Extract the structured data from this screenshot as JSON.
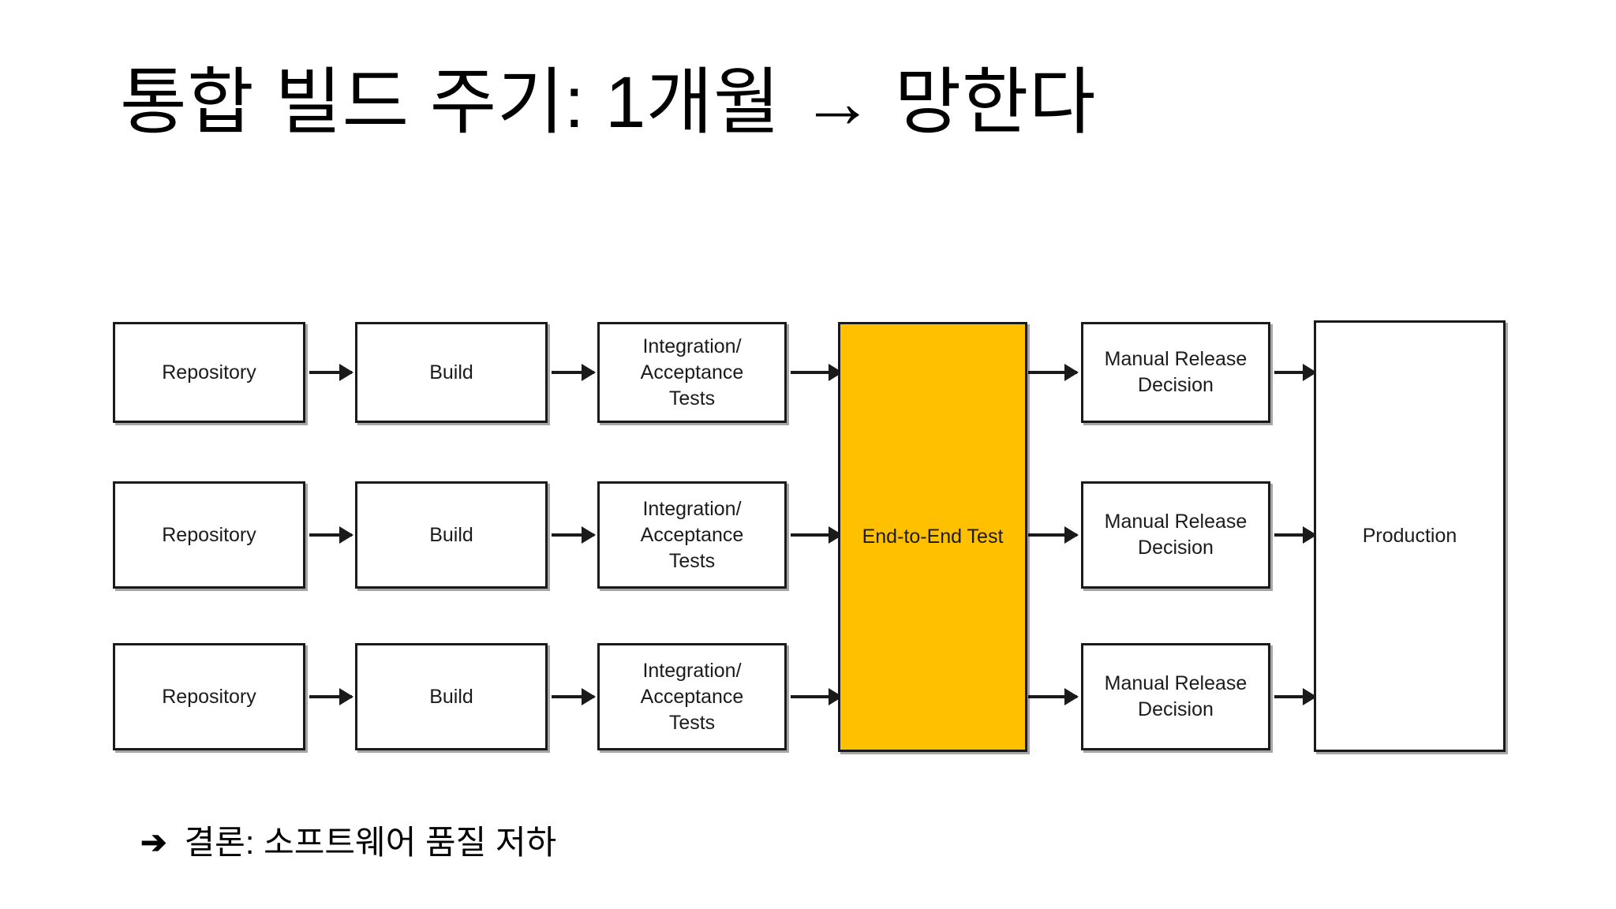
{
  "slide": {
    "title": "통합 빌드 주기:  1개월  →  망한다",
    "conclusion_arrow": "➔",
    "conclusion_text": "결론: 소프트웨어 품질 저하",
    "background_color": "#ffffff",
    "text_color": "#000000",
    "highlight_color": "#FFC000",
    "border_color": "#1a1a1a"
  },
  "diagram": {
    "type": "flow",
    "description": "Three parallel build pipelines converging on a single End-to-End Test stage, then manual release decisions into one Production environment.",
    "stage_names": [
      "Repository",
      "Build",
      "Integration/Acceptance Tests",
      "End-to-End Test",
      "Manual Release Decision",
      "Production"
    ],
    "rows": [
      {
        "row_index": 1,
        "repository": "Repository",
        "build": "Build",
        "tests": "Integration/\nAcceptance\nTests",
        "release": "Manual Release\nDecision"
      },
      {
        "row_index": 2,
        "repository": "Repository",
        "build": "Build",
        "tests": "Integration/\nAcceptance\nTests",
        "release": "Manual Release\nDecision"
      },
      {
        "row_index": 3,
        "repository": "Repository",
        "build": "Build",
        "tests": "Integration/\nAcceptance\nTests",
        "release": "Manual Release\nDecision"
      }
    ],
    "shared": {
      "end_to_end_test": "End-to-End Test",
      "production": "Production"
    }
  }
}
